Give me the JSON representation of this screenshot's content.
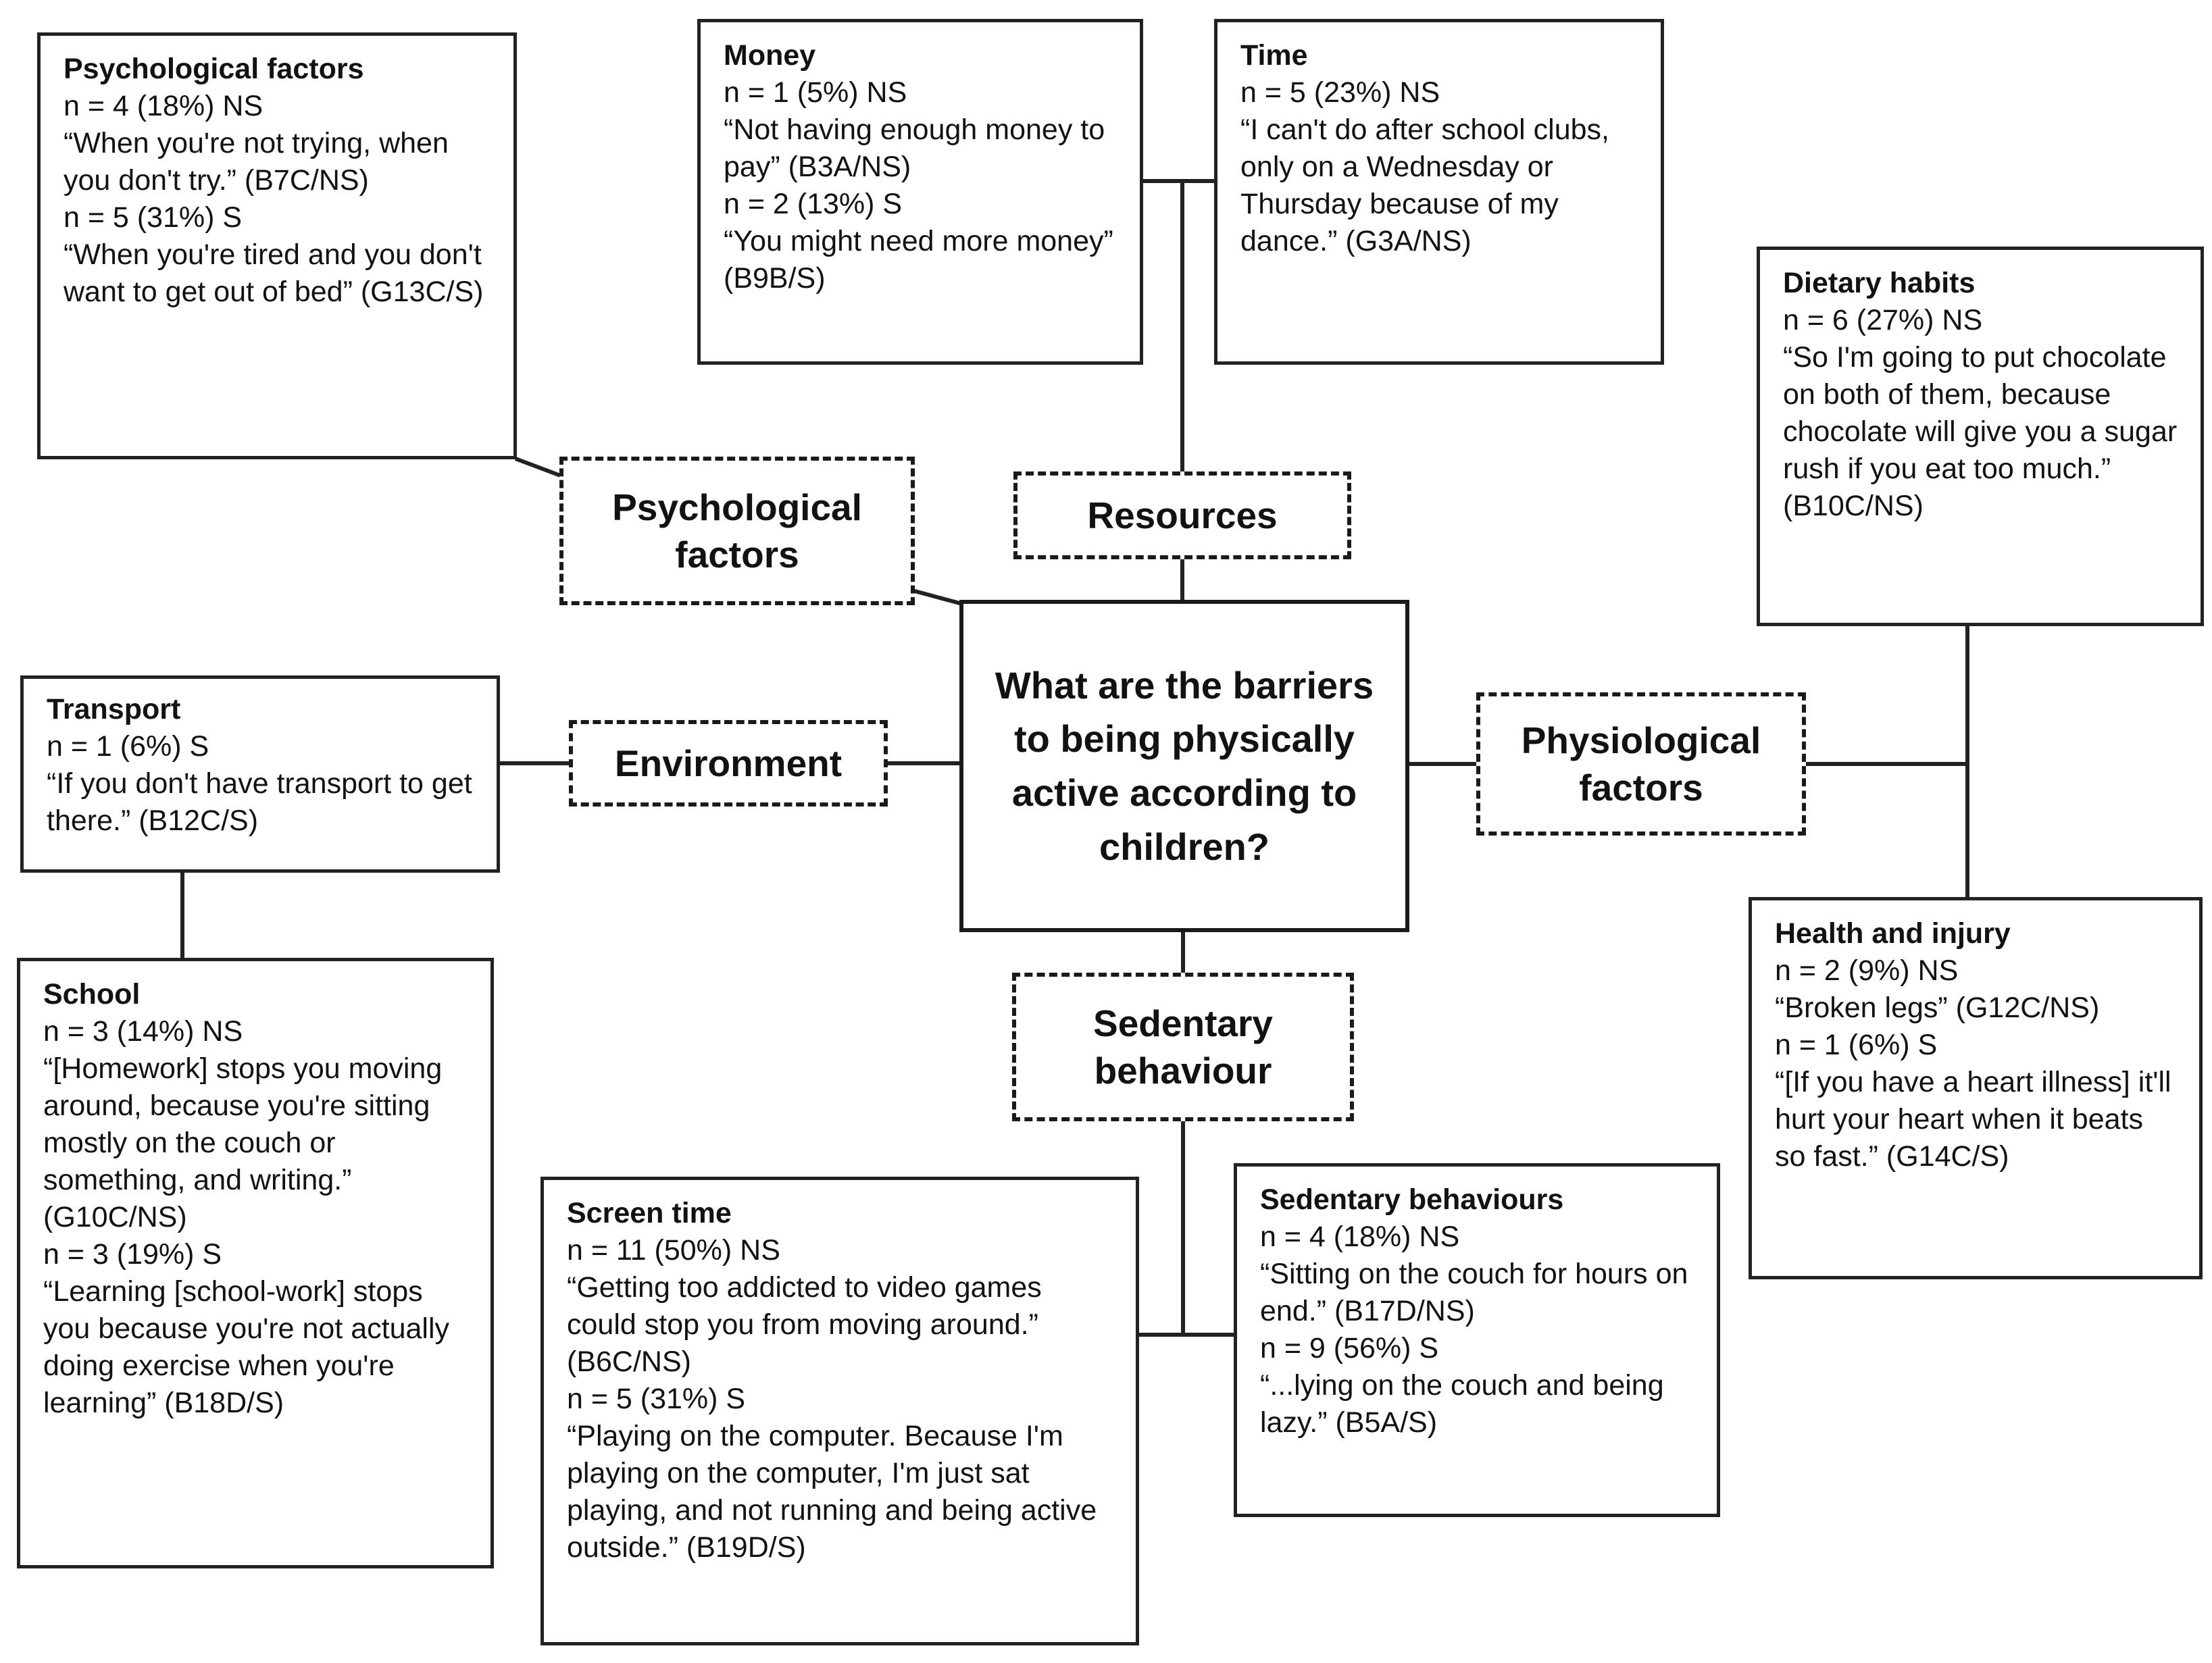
{
  "colors": {
    "background": "#ffffff",
    "line": "#222222",
    "text": "#121212"
  },
  "diagram": {
    "center_question": "What are the barriers to being physically active according to children?",
    "category_labels": {
      "psychological": "Psychological factors",
      "resources": "Resources",
      "environment": "Environment",
      "physiological": "Physiological factors",
      "sedentary": "Sedentary behaviour"
    },
    "boxes": {
      "psychological_factors": {
        "title": "Psychological factors",
        "body": [
          "n = 4 (18%) NS",
          "“When you're not trying, when you don't try.” (B7C/NS)",
          "n = 5 (31%) S",
          "“When you're tired and you don't want to get out of bed” (G13C/S)"
        ]
      },
      "money": {
        "title": "Money",
        "body": [
          "n = 1 (5%) NS",
          "“Not having enough money to pay” (B3A/NS)",
          "n = 2 (13%) S",
          "“You might need more money” (B9B/S)"
        ]
      },
      "time": {
        "title": "Time",
        "body": [
          "n = 5 (23%) NS",
          "“I can't do after school clubs, only on a Wednesday or Thursday because of my dance.” (G3A/NS)"
        ]
      },
      "dietary_habits": {
        "title": "Dietary habits",
        "body": [
          "n = 6 (27%) NS",
          "“So I'm going to put chocolate on both of them, because chocolate will give you a sugar rush if you eat too much.” (B10C/NS)"
        ]
      },
      "transport": {
        "title": "Transport",
        "body": [
          "n = 1 (6%) S",
          "“If you don't have transport to get there.” (B12C/S)"
        ]
      },
      "school": {
        "title": "School",
        "body": [
          "n = 3 (14%) NS",
          "“[Homework] stops you moving around, because you're sitting mostly on the couch or something, and writing.” (G10C/NS)",
          "n = 3 (19%) S",
          "“Learning [school-work] stops you because you're not actually doing exercise when you're learning” (B18D/S)"
        ]
      },
      "screen_time": {
        "title": "Screen time",
        "body": [
          "n = 11 (50%) NS",
          "“Getting too addicted to video games could stop you from moving around.” (B6C/NS)",
          "n = 5 (31%) S",
          "“Playing on the computer. Because I'm playing on the computer, I'm just sat playing, and not running and being active outside.” (B19D/S)"
        ]
      },
      "sedentary_behaviours": {
        "title": "Sedentary behaviours",
        "body": [
          "n = 4 (18%) NS",
          "“Sitting on the couch for hours on end.” (B17D/NS)",
          "n = 9 (56%) S",
          "“...lying on the couch and being lazy.” (B5A/S)"
        ]
      },
      "health_and_injury": {
        "title": "Health and injury",
        "body": [
          "n = 2 (9%) NS",
          "“Broken legs” (G12C/NS)",
          "n = 1 (6%) S",
          "“[If you have a heart illness] it'll hurt your heart when it beats so fast.” (G14C/S)"
        ]
      }
    }
  }
}
